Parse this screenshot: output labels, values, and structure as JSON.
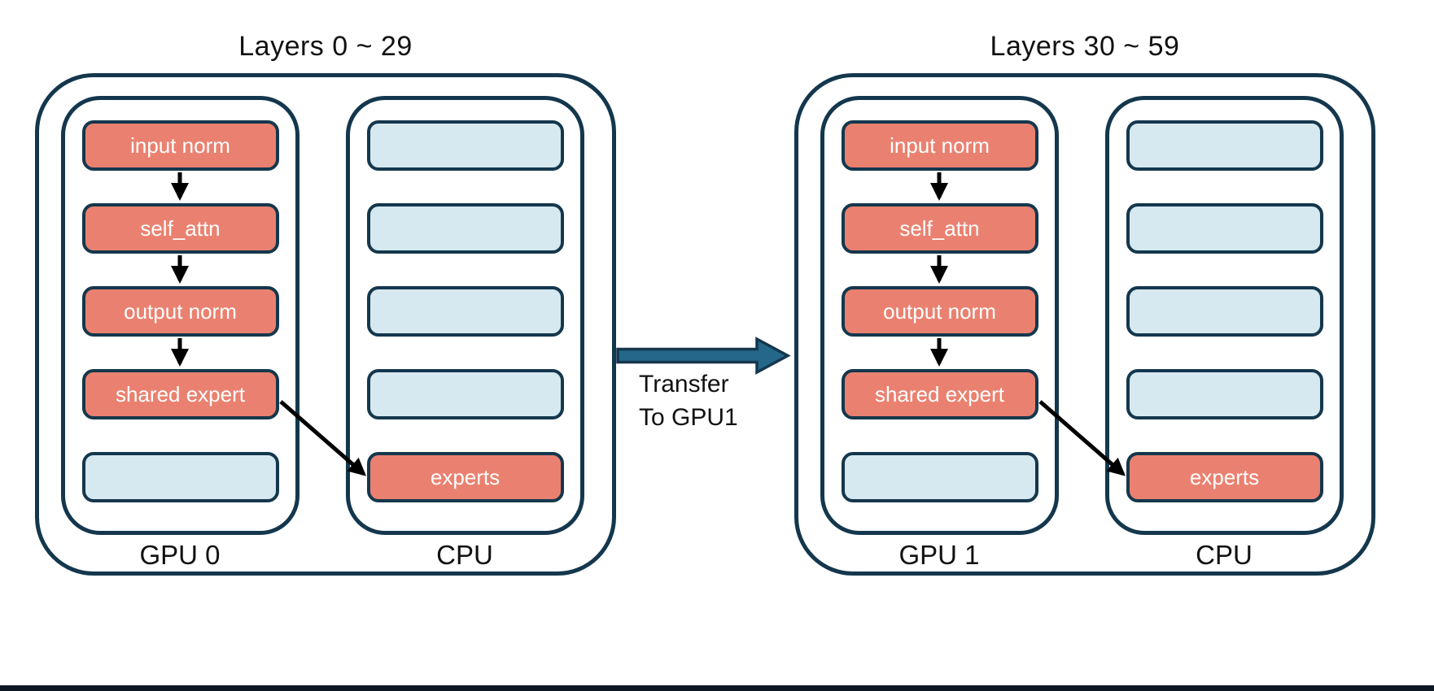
{
  "colors": {
    "outline_navy": "#14374D",
    "box_red": "#EA8170",
    "box_blue": "#D6E9F0",
    "transfer_arrow_teal": "#24678A",
    "flow_arrow_black": "#000000",
    "bottom_bar": "#0D1623",
    "background": "#FFFFFF"
  },
  "groups": [
    {
      "title": "Layers 0 ~ 29",
      "gpu_label": "GPU 0",
      "cpu_label": "CPU",
      "gpu_boxes": [
        {
          "label": "input norm",
          "type": "red"
        },
        {
          "label": "self_attn",
          "type": "red"
        },
        {
          "label": "output norm",
          "type": "red"
        },
        {
          "label": "shared expert",
          "type": "red"
        },
        {
          "label": "",
          "type": "blue"
        }
      ],
      "cpu_boxes": [
        {
          "label": "",
          "type": "blue"
        },
        {
          "label": "",
          "type": "blue"
        },
        {
          "label": "",
          "type": "blue"
        },
        {
          "label": "",
          "type": "blue"
        },
        {
          "label": "experts",
          "type": "red"
        }
      ]
    },
    {
      "title": "Layers 30 ~ 59",
      "gpu_label": "GPU 1",
      "cpu_label": "CPU",
      "gpu_boxes": [
        {
          "label": "input norm",
          "type": "red"
        },
        {
          "label": "self_attn",
          "type": "red"
        },
        {
          "label": "output norm",
          "type": "red"
        },
        {
          "label": "shared expert",
          "type": "red"
        },
        {
          "label": "",
          "type": "blue"
        }
      ],
      "cpu_boxes": [
        {
          "label": "",
          "type": "blue"
        },
        {
          "label": "",
          "type": "blue"
        },
        {
          "label": "",
          "type": "blue"
        },
        {
          "label": "",
          "type": "blue"
        },
        {
          "label": "experts",
          "type": "red"
        }
      ]
    }
  ],
  "transfer": {
    "line1": "Transfer",
    "line2": "To GPU1"
  }
}
